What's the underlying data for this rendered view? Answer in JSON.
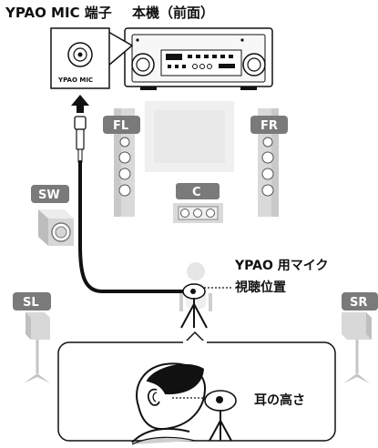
{
  "labels": {
    "jack_title": "YPAO MIC 端子",
    "unit_title": "本機（前面）",
    "jack_text": "YPAO MIC",
    "mic_label": "YPAO 用マイク",
    "position_label": "視聴位置",
    "ear_label": "耳の高さ"
  },
  "speakers": {
    "fl": "FL",
    "fr": "FR",
    "c": "C",
    "sw": "SW",
    "sl": "SL",
    "sr": "SR"
  },
  "colors": {
    "badge": "#7a7a7a",
    "speaker_light": "#e2e2e2",
    "speaker_mid": "#b9b9b9",
    "speaker_dark": "#8e8e8e",
    "line": "#111111"
  },
  "icons": {
    "receiver": "av-receiver-front-panel",
    "mic": "measurement-microphone",
    "cable": "microphone-cable",
    "listener": "listener-head"
  }
}
